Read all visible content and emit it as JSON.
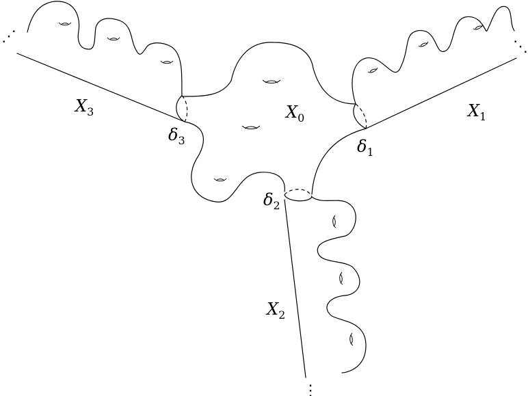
{
  "labels": {
    "x0": {
      "main": "X",
      "sub": "0"
    },
    "x1": {
      "main": "X",
      "sub": "1"
    },
    "x2": {
      "main": "X",
      "sub": "2"
    },
    "x3": {
      "main": "X",
      "sub": "3"
    },
    "d1": {
      "main": "δ",
      "sub": "1"
    },
    "d2": {
      "main": "δ",
      "sub": "2"
    },
    "d3": {
      "main": "δ",
      "sub": "3"
    }
  },
  "ellipsis": {
    "top_left": "⋰",
    "top_right": "⋱",
    "bottom": "⋮"
  }
}
